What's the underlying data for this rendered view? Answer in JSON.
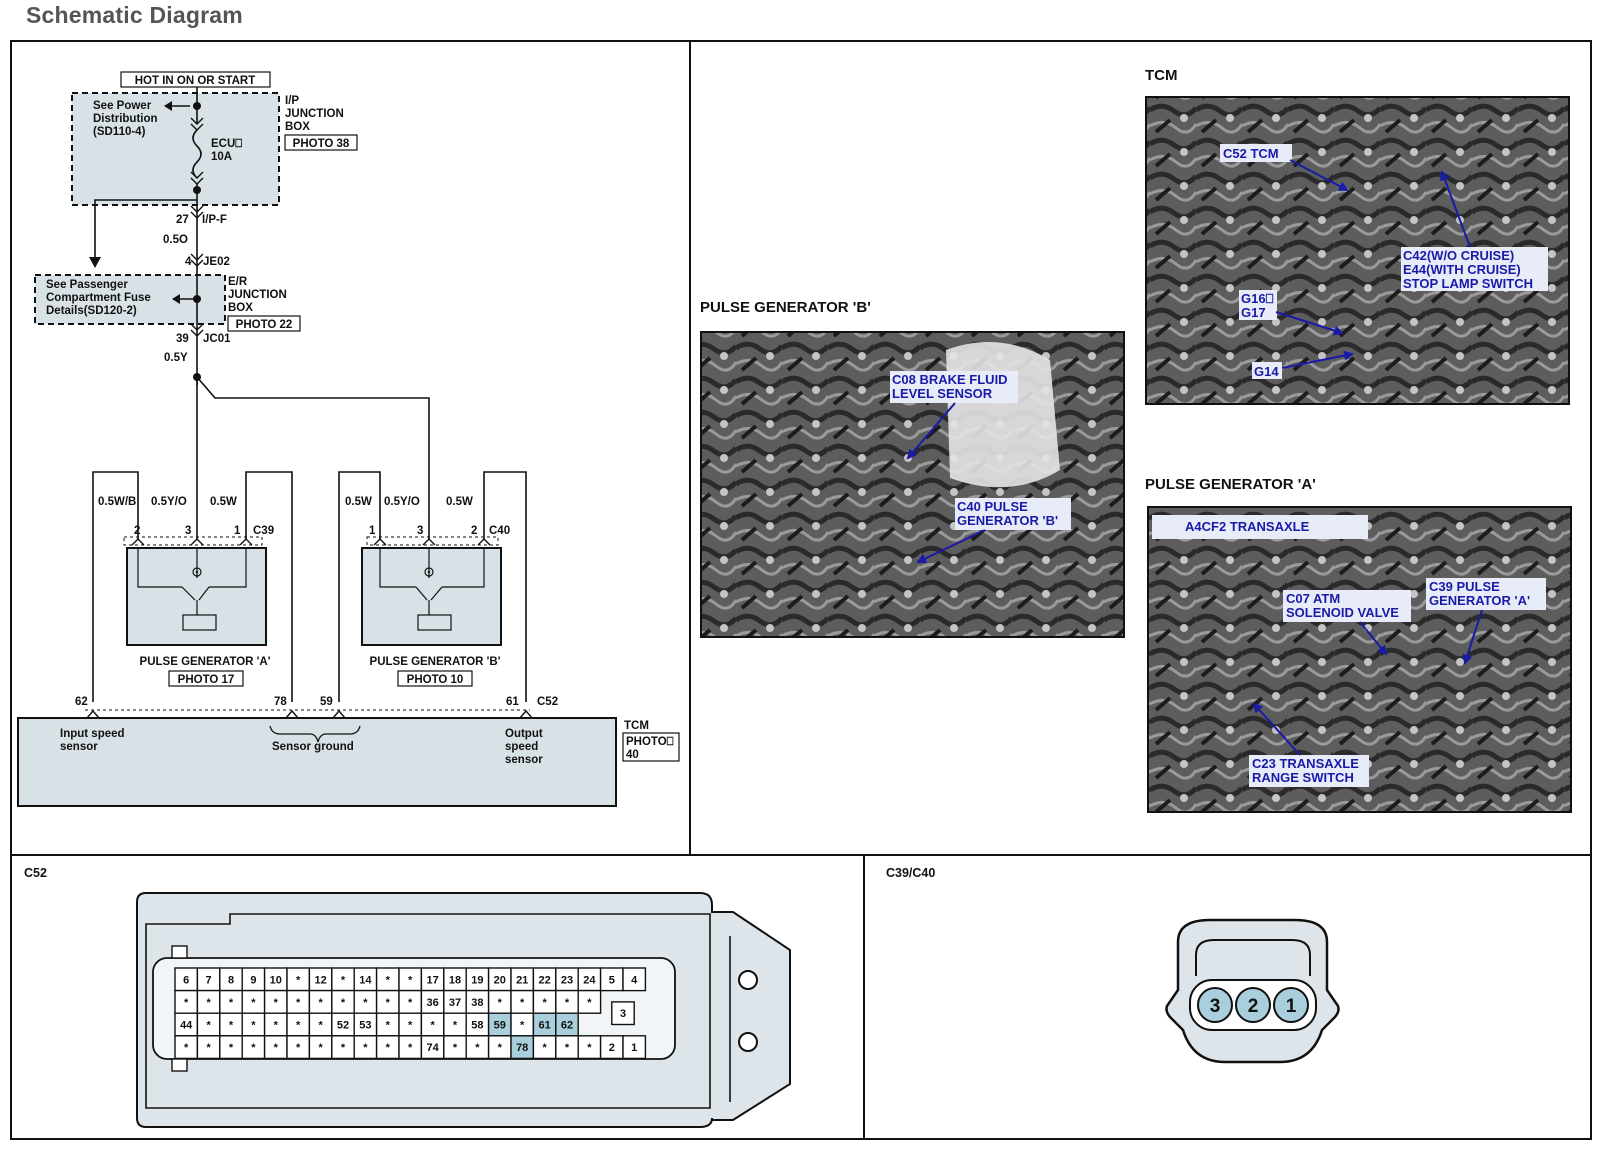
{
  "header": {
    "title": "Schematic Diagram"
  },
  "schematic": {
    "hot_label": "HOT IN ON OR START",
    "ip_junction": {
      "see_label": [
        "See Power",
        "Distribution",
        "(SD110-4)"
      ],
      "fuse_label": [
        "ECU⎕",
        "10A"
      ],
      "box_label": [
        "I/P",
        "JUNCTION",
        "BOX"
      ],
      "photo": "PHOTO 38"
    },
    "connector_ipf": {
      "pin": "27",
      "name": "I/P-F"
    },
    "wire_1": "0.5O",
    "connector_je02": {
      "pin": "4",
      "name": "JE02"
    },
    "er_junction": {
      "see_label": [
        "See Passenger",
        "Compartment Fuse",
        "Details(SD120-2)"
      ],
      "box_label": [
        "E/R",
        "JUNCTION",
        "BOX"
      ],
      "photo": "PHOTO 22"
    },
    "connector_jc01": {
      "pin": "39",
      "name": "JC01"
    },
    "wire_2": "0.5Y",
    "pulse_gen_a": {
      "wires": [
        "0.5W/B",
        "0.5Y/O",
        "0.5W"
      ],
      "pins": [
        "2",
        "3",
        "1"
      ],
      "connector": "C39",
      "name": "PULSE GENERATOR 'A'",
      "photo": "PHOTO 17"
    },
    "pulse_gen_b": {
      "wires": [
        "0.5W",
        "0.5Y/O",
        "0.5W"
      ],
      "pins": [
        "1",
        "3",
        "2"
      ],
      "connector": "C40",
      "name": "PULSE GENERATOR 'B'",
      "photo": "PHOTO 10"
    },
    "tcm": {
      "pins": [
        "62",
        "78",
        "59",
        "61"
      ],
      "connector": "C52",
      "name": "TCM",
      "photo": [
        "PHOTO⎕",
        "40"
      ],
      "input_label": [
        "Input speed",
        "sensor"
      ],
      "ground_label": "Sensor ground",
      "output_label": [
        "Output",
        "speed",
        "sensor"
      ]
    }
  },
  "photos": {
    "tcm": {
      "title": "TCM",
      "callouts": [
        [
          "C52 TCM"
        ],
        [
          "C42(W/O CRUISE)",
          "E44(WITH CRUISE)",
          "STOP LAMP SWITCH"
        ],
        [
          "G16⎕",
          "G17"
        ],
        [
          "G14"
        ]
      ]
    },
    "pulse_b": {
      "title": "PULSE GENERATOR 'B'",
      "callouts": [
        [
          "C08 BRAKE FLUID",
          "LEVEL SENSOR"
        ],
        [
          "C40 PULSE",
          "GENERATOR 'B'"
        ]
      ]
    },
    "pulse_a": {
      "title": "PULSE GENERATOR 'A'",
      "callouts": [
        [
          "A4CF2 TRANSAXLE"
        ],
        [
          "C07 ATM",
          "SOLENOID VALVE"
        ],
        [
          "C39 PULSE",
          "GENERATOR 'A'"
        ],
        [
          "C23 TRANSAXLE",
          "RANGE SWITCH"
        ]
      ]
    }
  },
  "c52_connector": {
    "title": "C52",
    "rows": [
      [
        "6",
        "7",
        "8",
        "9",
        "10",
        "*",
        "12",
        "*",
        "14",
        "*",
        "*",
        "17",
        "18",
        "19",
        "20",
        "21",
        "22",
        "23",
        "24"
      ],
      [
        "*",
        "*",
        "*",
        "*",
        "*",
        "*",
        "*",
        "*",
        "*",
        "*",
        "*",
        "36",
        "37",
        "38",
        "*",
        "*",
        "*",
        "*",
        "*"
      ],
      [
        "44",
        "*",
        "*",
        "*",
        "*",
        "*",
        "*",
        "52",
        "53",
        "*",
        "*",
        "*",
        "*",
        "58",
        "59",
        "*",
        "61",
        "62"
      ],
      [
        "*",
        "*",
        "*",
        "*",
        "*",
        "*",
        "*",
        "*",
        "*",
        "*",
        "*",
        "74",
        "*",
        "*",
        "*",
        "78",
        "*",
        "*",
        "*"
      ]
    ],
    "highlighted": [
      "59",
      "61",
      "62",
      "78"
    ],
    "side_pins": [
      "5",
      "4",
      "3",
      "2",
      "1"
    ]
  },
  "c39_c40_connector": {
    "title": "C39/C40",
    "pins": [
      "3",
      "2",
      "1"
    ]
  },
  "colors": {
    "component_fill": "#d8e1e6",
    "pin_highlight": "#a9cfdc",
    "callout_text": "#1a1aa8",
    "callout_bg": "#e8ecf8",
    "title_gray": "#555555"
  }
}
